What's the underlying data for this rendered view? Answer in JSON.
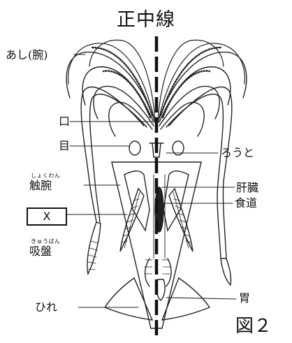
{
  "title": "正中線",
  "figure_label": "図２",
  "labels": {
    "arm": "あし(腕)",
    "mouth": "口",
    "eye": "目",
    "funnel": "ろうと",
    "tentacle": "触腕",
    "tentacle_ruby": "しょくわん",
    "liver": "肝臓",
    "esophagus": "食道",
    "unknown": "X",
    "sucker": "吸盤",
    "sucker_ruby": "きゅうばん",
    "stomach": "胃",
    "fin": "ひれ"
  }
}
